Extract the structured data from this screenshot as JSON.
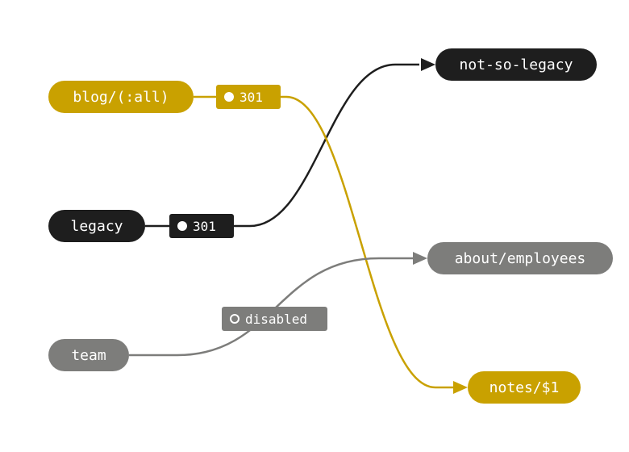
{
  "colors": {
    "black": "#1e1e1e",
    "gold": "#c9a100",
    "gray": "#7d7d7b"
  },
  "nodes": {
    "blog": {
      "label": "blog/(:all)",
      "color": "gold"
    },
    "legacy": {
      "label": "legacy",
      "color": "black"
    },
    "team": {
      "label": "team",
      "color": "gray"
    },
    "not_so_legacy": {
      "label": "not-so-legacy",
      "color": "black"
    },
    "about_employees": {
      "label": "about/employees",
      "color": "gray"
    },
    "notes": {
      "label": "notes/$1",
      "color": "gold"
    }
  },
  "badges": {
    "blog_redirect": {
      "label": "301",
      "indicator": "filled",
      "color": "gold"
    },
    "legacy_redirect": {
      "label": "301",
      "indicator": "filled",
      "color": "black"
    },
    "team_redirect": {
      "label": "disabled",
      "indicator": "hollow",
      "color": "gray"
    }
  },
  "edges": [
    {
      "from": "blog",
      "to": "notes",
      "via": "blog_redirect",
      "color": "gold"
    },
    {
      "from": "legacy",
      "to": "not_so_legacy",
      "via": "legacy_redirect",
      "color": "black"
    },
    {
      "from": "team",
      "to": "about_employees",
      "via": "team_redirect",
      "color": "gray"
    }
  ]
}
